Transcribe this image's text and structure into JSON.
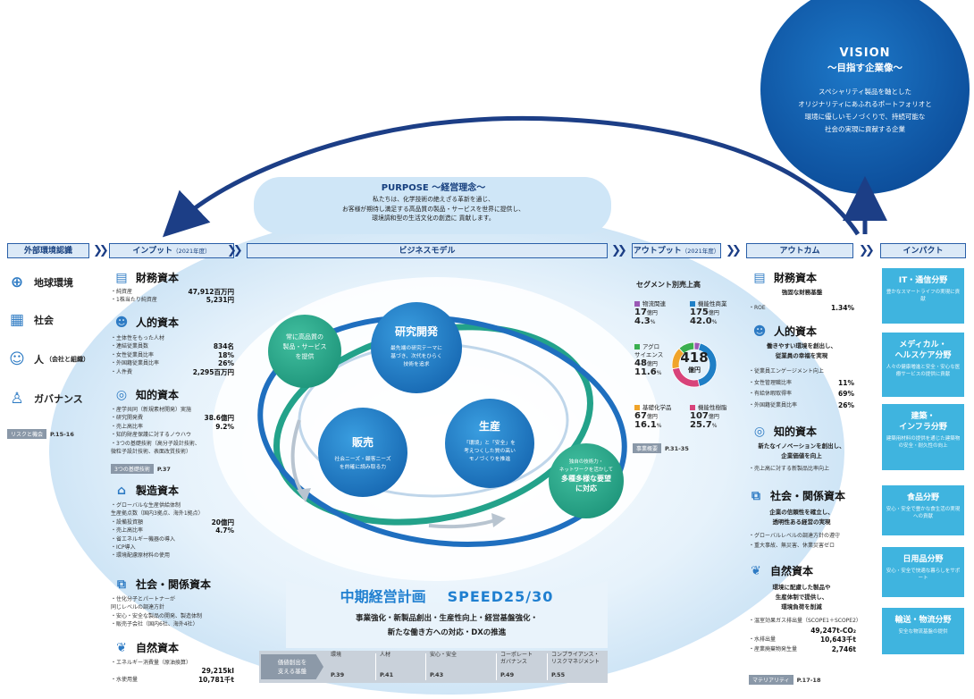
{
  "vision": {
    "title": "VISION",
    "subtitle": "〜目指す企業像〜",
    "l1": "スペシャリティ製品を軸とした",
    "l2": "オリジナリティにあふれるポートフォリオと",
    "l3": "環境に優しいモノづくりで、持続可能な",
    "l4": "社会の実現に貢献する企業"
  },
  "purpose": {
    "title": "PURPOSE 〜経営理念〜",
    "l1": "私たちは、化学技術の絶えざる革新を通じ、",
    "l2": "お客様が期待し満足する高品質の製品・サービスを世界に提供し、",
    "l3": "環境調和型の生活文化の創造に 貢献します。"
  },
  "headers": {
    "external": "外部環境認識",
    "input": "インプット",
    "input_year": "（2021年度）",
    "business": "ビジネスモデル",
    "output": "アウトプット",
    "output_year": "（2021年度）",
    "outcome": "アウトカム",
    "impact": "インパクト"
  },
  "external": {
    "items": [
      "地球環境",
      "社会",
      "人",
      "ガバナンス"
    ],
    "people_note": "（会社と組織）",
    "ref_tag": "リスクと機会",
    "ref_page": "P.15-16",
    "icons": [
      "globe-icon",
      "city-icon",
      "people-icon",
      "governance-icon"
    ]
  },
  "input": {
    "financial": {
      "title": "財務資本",
      "rows": [
        [
          "・純資産",
          "47,912百万円"
        ],
        [
          "・1株当たり純資産",
          "5,231円"
        ]
      ]
    },
    "human": {
      "title": "人的資本",
      "rows": [
        [
          "・主体性をもった人材",
          ""
        ],
        [
          "・連結従業員数",
          "834名"
        ],
        [
          "・女性従業員比率",
          "18%"
        ],
        [
          "・外国籍従業員比率",
          "26%"
        ],
        [
          "・人件費",
          "2,295百万円"
        ]
      ]
    },
    "intellectual": {
      "title": "知的資本",
      "rows": [
        [
          "・産学共同（新規素材開発）実施",
          ""
        ],
        [
          "・研究開発費",
          "38.6億円"
        ],
        [
          "・売上高比率",
          "9.2%"
        ],
        [
          "・知的財産保護に対するノウハウ",
          ""
        ],
        [
          "・3つの基礎技術（高分子設計技術、",
          ""
        ],
        [
          "  微粒子設計技術、表面改質技術）",
          ""
        ]
      ],
      "ref_tag": "3つの基礎技術",
      "ref_page": "P.37"
    },
    "manufactured": {
      "title": "製造資本",
      "rows": [
        [
          "・グローバルな生産供給体制",
          ""
        ],
        [
          "  生産拠点数（国内3拠点、海外1拠点）",
          ""
        ],
        [
          "・設備投資額",
          "20億円"
        ],
        [
          "・売上高比率",
          "4.7%"
        ],
        [
          "・省エネルギー機器の導入",
          ""
        ],
        [
          "・ICP導入",
          ""
        ],
        [
          "・環境配慮原材料の使用",
          ""
        ]
      ]
    },
    "social": {
      "title": "社会・関係資本",
      "rows": [
        [
          "・住化分子とパートナーが",
          ""
        ],
        [
          "  同じレベルの調達方針",
          ""
        ],
        [
          "・安心・安全な製品の開発、製造体制",
          ""
        ],
        [
          "・販売子会社（国内6社、海外4社）",
          ""
        ]
      ]
    },
    "natural": {
      "title": "自然資本",
      "rows": [
        [
          "・エネルギー消費量（原油換算）",
          ""
        ],
        [
          "",
          "29,215kl"
        ],
        [
          "・水使用量",
          "10,781千t"
        ]
      ]
    }
  },
  "business": {
    "rd": {
      "title": "研究開発",
      "l1": "最先端の研究テーマに",
      "l2": "基づき、次代をひらく",
      "l3": "技術を追求"
    },
    "product": {
      "l1": "常に高品質の",
      "l2": "製品・サービス",
      "l3": "を提供"
    },
    "sales": {
      "title": "販売",
      "l1": "社会ニーズ・顧客ニーズ",
      "l2": "を的確に読み取る力"
    },
    "production": {
      "title": "生産",
      "l1": "「環境」と「安全」を",
      "l2": "考えつくした質の高い",
      "l3": "モノづくりを推進"
    },
    "network": {
      "l1": "独自の技術力・",
      "l2": "ネットワークを活かして",
      "l3": "多種多様な要望",
      "l4": "に対応"
    },
    "plan": {
      "title": "中期経営計画",
      "name": "SPEED25/30",
      "l1": "事業強化・新製品創出・生産性向上・経営基盤強化・",
      "l2": "新たな働き方への対応・DXの推進"
    },
    "foundation": {
      "label_l1": "価値創出を",
      "label_l2": "支える基盤",
      "items": [
        {
          "name": "環境",
          "page": "P.39"
        },
        {
          "name": "人材",
          "page": "P.41"
        },
        {
          "name": "安心・安全",
          "page": "P.43"
        },
        {
          "name": "コーポレート\nガバナンス",
          "page": "P.49"
        },
        {
          "name": "コンプライアンス・\nリスクマネジメント",
          "page": "P.55"
        }
      ]
    }
  },
  "output": {
    "title": "セグメント別売上高",
    "total": "418",
    "total_unit": "億円",
    "segments": [
      {
        "name": "物流関連",
        "amount": "17",
        "unit": "億円",
        "pct": "4.3",
        "color": "#9b59b6"
      },
      {
        "name": "機能性商業",
        "amount": "175",
        "unit": "億円",
        "pct": "42.0",
        "color": "#1f7fc6"
      },
      {
        "name": "アグロ\nサイエンス",
        "amount": "48",
        "unit": "億円",
        "pct": "11.6",
        "color": "#3aaf4f"
      },
      {
        "name": "基礎化学品",
        "amount": "67",
        "unit": "億円",
        "pct": "16.1",
        "color": "#f0a42a"
      },
      {
        "name": "機能性樹脂",
        "amount": "107",
        "unit": "億円",
        "pct": "25.7",
        "color": "#d8437a"
      }
    ],
    "ref_tag": "事業概要",
    "ref_page": "P.31-35"
  },
  "outcome": {
    "financial": {
      "title": "財務資本",
      "sub": "強固な財務基盤",
      "rows": [
        [
          "・ROE",
          "1.34%"
        ]
      ]
    },
    "human": {
      "title": "人的資本",
      "sub1": "働きやすい環境を創出し、",
      "sub2": "従業員の幸福を実現",
      "rows": [
        [
          "・従業員エンゲージメント向上",
          ""
        ],
        [
          "・女性管理職比率",
          "11%"
        ],
        [
          "・有給休暇取得率",
          "69%"
        ],
        [
          "・外国籍従業員比率",
          "26%"
        ]
      ]
    },
    "intellectual": {
      "title": "知的資本",
      "sub1": "新たなイノベーションを創出し、",
      "sub2": "企業価値を向上",
      "rows": [
        [
          "・売上高に対する新製品比率向上",
          ""
        ]
      ]
    },
    "social": {
      "title": "社会・関係資本",
      "sub1": "企業の信頼性を確立し、",
      "sub2": "透明性ある経営の実現",
      "rows": [
        [
          "・グローバルレベルの調達方針の遵守",
          ""
        ],
        [
          "・重大事故、無災害、休業災害ゼロ",
          ""
        ]
      ]
    },
    "natural": {
      "title": "自然資本",
      "sub1": "環境に配慮した製品や",
      "sub2": "生産体制で提供し、",
      "sub3": "環境負荷を削減",
      "rows": [
        [
          "・温室効果ガス排出量（SCOPE1＋SCOPE2）",
          ""
        ],
        [
          "",
          "49,247t-CO₂"
        ],
        [
          "・水排出量",
          "10,643千t"
        ],
        [
          "・産業廃棄物発生量",
          "2,746t"
        ]
      ]
    },
    "ref_tag": "マテリアリティ",
    "ref_page": "P.17-18"
  },
  "impact": [
    {
      "title": "IT・通信分野",
      "desc": "豊かなスマートライフの実現に貢献"
    },
    {
      "title": "メディカル・\nヘルスケア分野",
      "desc": "人々の健康増進と安全・安心な医療サービスの提供に貢献"
    },
    {
      "title": "建築・\nインフラ分野",
      "desc": "建築用材料の提供を通じた建築物の安全・耐久性の向上"
    },
    {
      "title": "食品分野",
      "desc": "安心・安全で豊かな食生活の実現への貢献"
    },
    {
      "title": "日用品分野",
      "desc": "安心・安全で快適な暮らしをサポート"
    },
    {
      "title": "輸送・物流分野",
      "desc": "安全な物流基盤の提供"
    }
  ],
  "colors": {
    "navy": "#1c3e86",
    "blue": "#1f6fbf",
    "teal": "#2aa58a",
    "cyan": "#3fb4df"
  }
}
